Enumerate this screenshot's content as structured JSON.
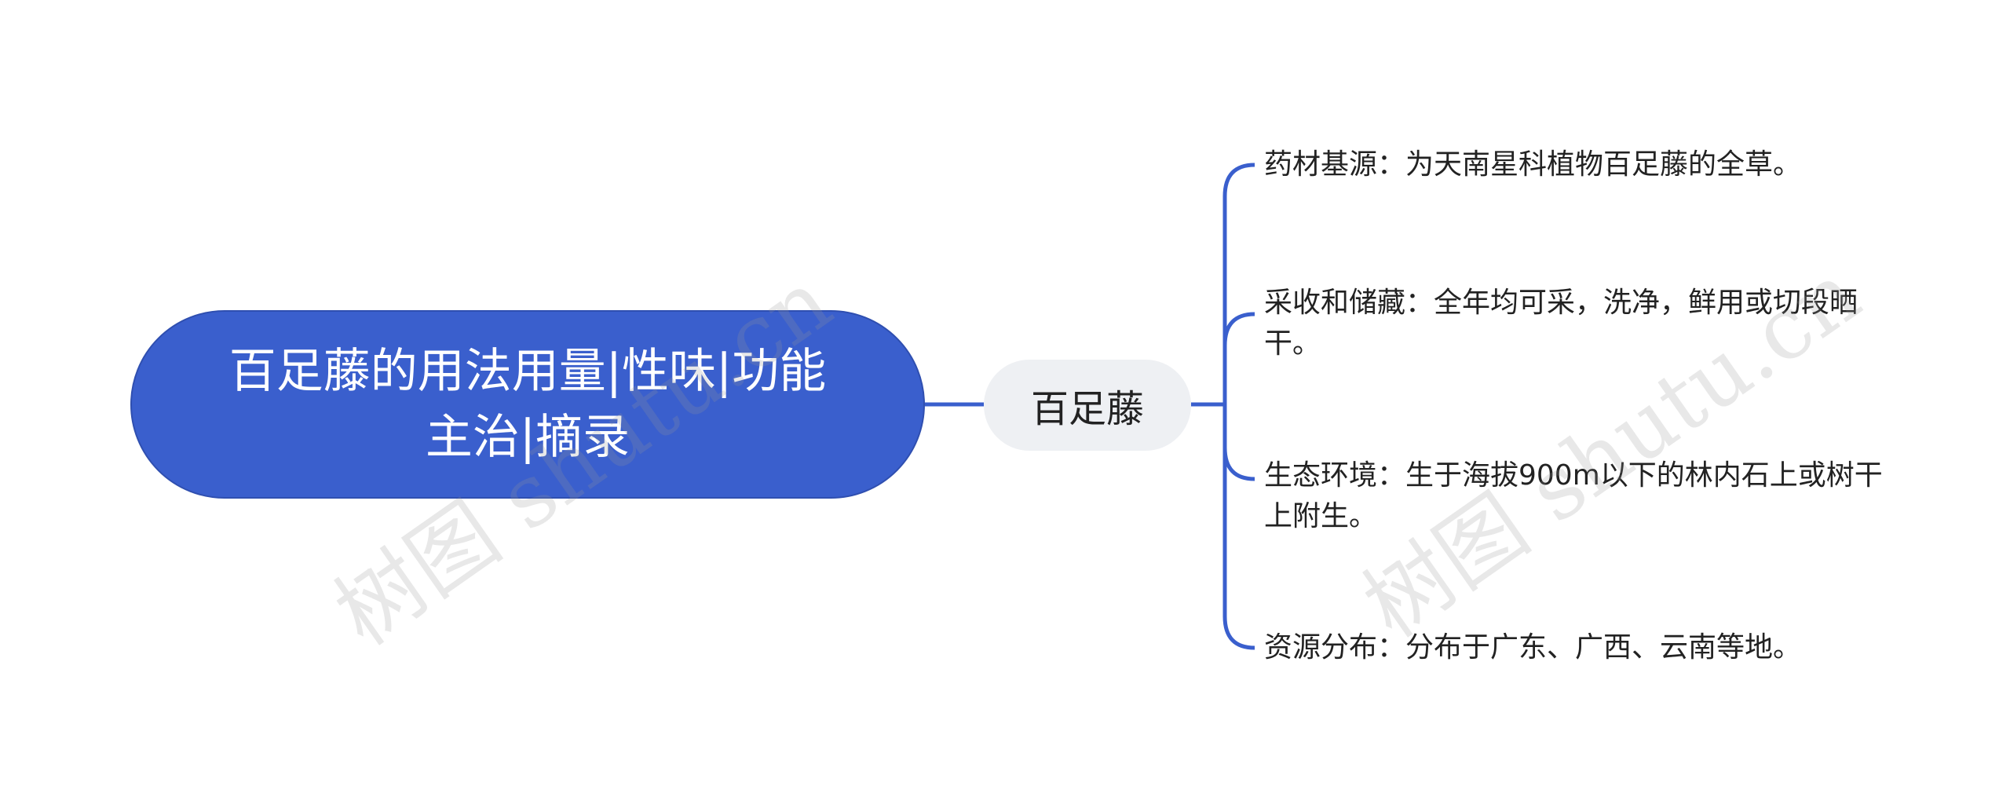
{
  "root": {
    "title": "百足藤的用法用量|性味|功能主治|摘录"
  },
  "center": {
    "label": "百足藤"
  },
  "branches": [
    {
      "text": "药材基源：为天南星科植物百足藤的全草。"
    },
    {
      "text": "采收和储藏：全年均可采，洗净，鲜用或切段晒干。"
    },
    {
      "text": "生态环境：生于海拔900m以下的林内石上或树干上附生。"
    },
    {
      "text": "资源分布：分布于广东、广西、云南等地。"
    }
  ],
  "watermarks": [
    {
      "text": "树图 shutu.cn"
    },
    {
      "text": "树图 shutu.cn"
    }
  ],
  "colors": {
    "root_fill": "#3a5fcd",
    "connector": "#3a5fcd",
    "center_fill": "#eef0f3",
    "text": "#222222"
  }
}
